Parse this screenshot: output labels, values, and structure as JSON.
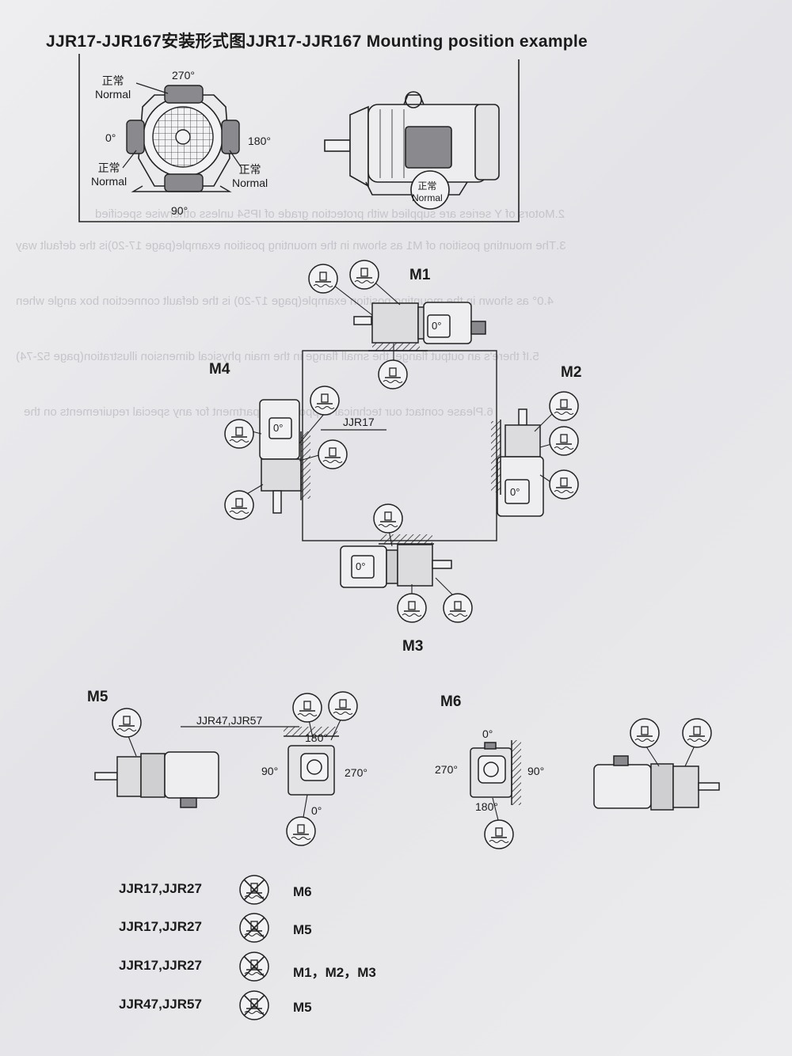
{
  "title": "JJR17-JJR167安装形式图JJR17-JJR167 Mounting position example",
  "top_diagram": {
    "angles": {
      "a270": "270°",
      "a0": "0°",
      "a180": "180°",
      "a90": "90°"
    },
    "normal_cn": "正常",
    "normal_en": "Normal"
  },
  "positions": {
    "m1": "M1",
    "m2": "M2",
    "m3": "M3",
    "m4": "M4",
    "m5": "M5",
    "m6": "M6"
  },
  "box_angle_zero": "0°",
  "model_labels": {
    "jjr17": "JJR17",
    "jjr47_57": "JJR47,JJR57"
  },
  "m5_angles": {
    "top": "180°",
    "left": "90°",
    "right": "270°",
    "bottom": "0°"
  },
  "m6_angles": {
    "top": "0°",
    "left": "270°",
    "right": "90°",
    "bottom": "180°"
  },
  "legend": [
    {
      "models": "JJR17,JJR27",
      "position": "M6"
    },
    {
      "models": "JJR17,JJR27",
      "position": "M5"
    },
    {
      "models": "JJR17,JJR27",
      "position": "M1，M2，M3"
    },
    {
      "models": "JJR47,JJR57",
      "position": "M5"
    }
  ],
  "colors": {
    "ink": "#1b1b1b",
    "paper": "#e9e9ec",
    "motor_fill": "#8a8a8e",
    "bleed": "#b9b9bf"
  }
}
